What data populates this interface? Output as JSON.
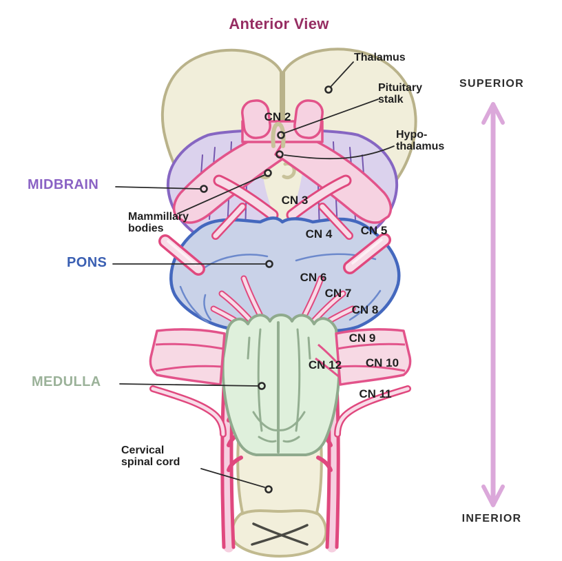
{
  "title": "Anterior View",
  "region_labels": {
    "midbrain": "MIDBRAIN",
    "pons": "PONS",
    "medulla": "MEDULLA"
  },
  "annotations": {
    "thalamus": "Thalamus",
    "pituitary_1": "Pituitary",
    "pituitary_2": "stalk",
    "hypothalamus_1": "Hypo-",
    "hypothalamus_2": "thalamus",
    "mammillary_1": "Mammillary",
    "mammillary_2": "bodies",
    "cervical_1": "Cervical",
    "cervical_2": "spinal cord"
  },
  "cranial_nerves": {
    "cn2": "CN 2",
    "cn3": "CN 3",
    "cn4": "CN 4",
    "cn5": "CN 5",
    "cn6": "CN 6",
    "cn7": "CN 7",
    "cn8": "CN 8",
    "cn9": "CN 9",
    "cn10": "CN 10",
    "cn11": "CN 11",
    "cn12": "CN 12"
  },
  "orientation": {
    "superior": "SUPERIOR",
    "inferior": "INFERIOR"
  },
  "colors": {
    "title_text": "#962d62",
    "midbrain_label": "#8a62c4",
    "pons_label": "#3a5fb2",
    "medulla_label": "#9bb299",
    "thalamus_fill": "#f1eeda",
    "thalamus_outline": "#b9b28a",
    "midbrain_fill": "#dbd2ed",
    "midbrain_outline": "#8666c2",
    "pons_fill": "#c9d2e8",
    "pons_outline": "#4468be",
    "medulla_fill": "#dff0dc",
    "medulla_outline": "#8faa8d",
    "nerve_fill": "#f8dce8",
    "nerve_outline": "#e2538a",
    "orientation_arrow": "#dba8da",
    "annotation_text": "#1f1f1f"
  }
}
